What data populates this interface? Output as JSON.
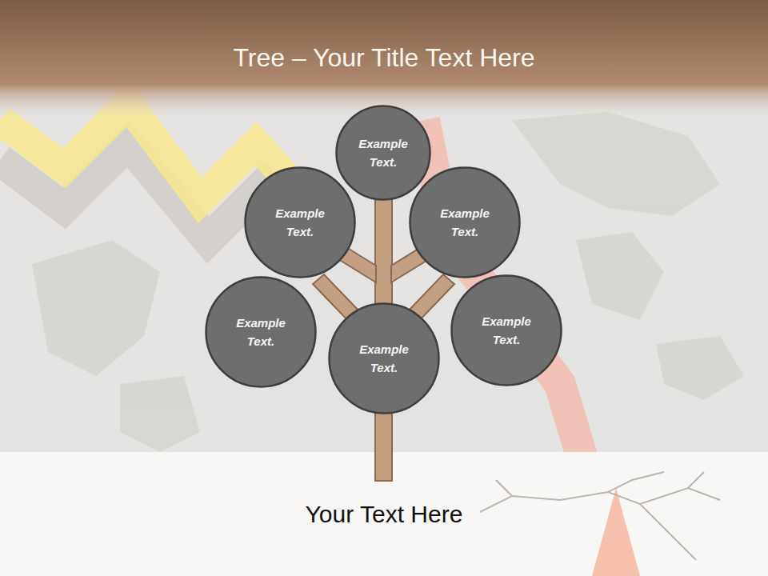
{
  "diagram": {
    "title": "Tree – Your Title Text Here",
    "caption": "Your Text Here",
    "nodes": [
      {
        "text": [
          "Example Text."
        ]
      },
      {
        "text": [
          "Example Text."
        ]
      },
      {
        "text": [
          "Example Text."
        ]
      },
      {
        "text": [
          "Example Text."
        ]
      },
      {
        "text": [
          "Example Text."
        ]
      },
      {
        "text": [
          "Example Text."
        ]
      }
    ]
  }
}
